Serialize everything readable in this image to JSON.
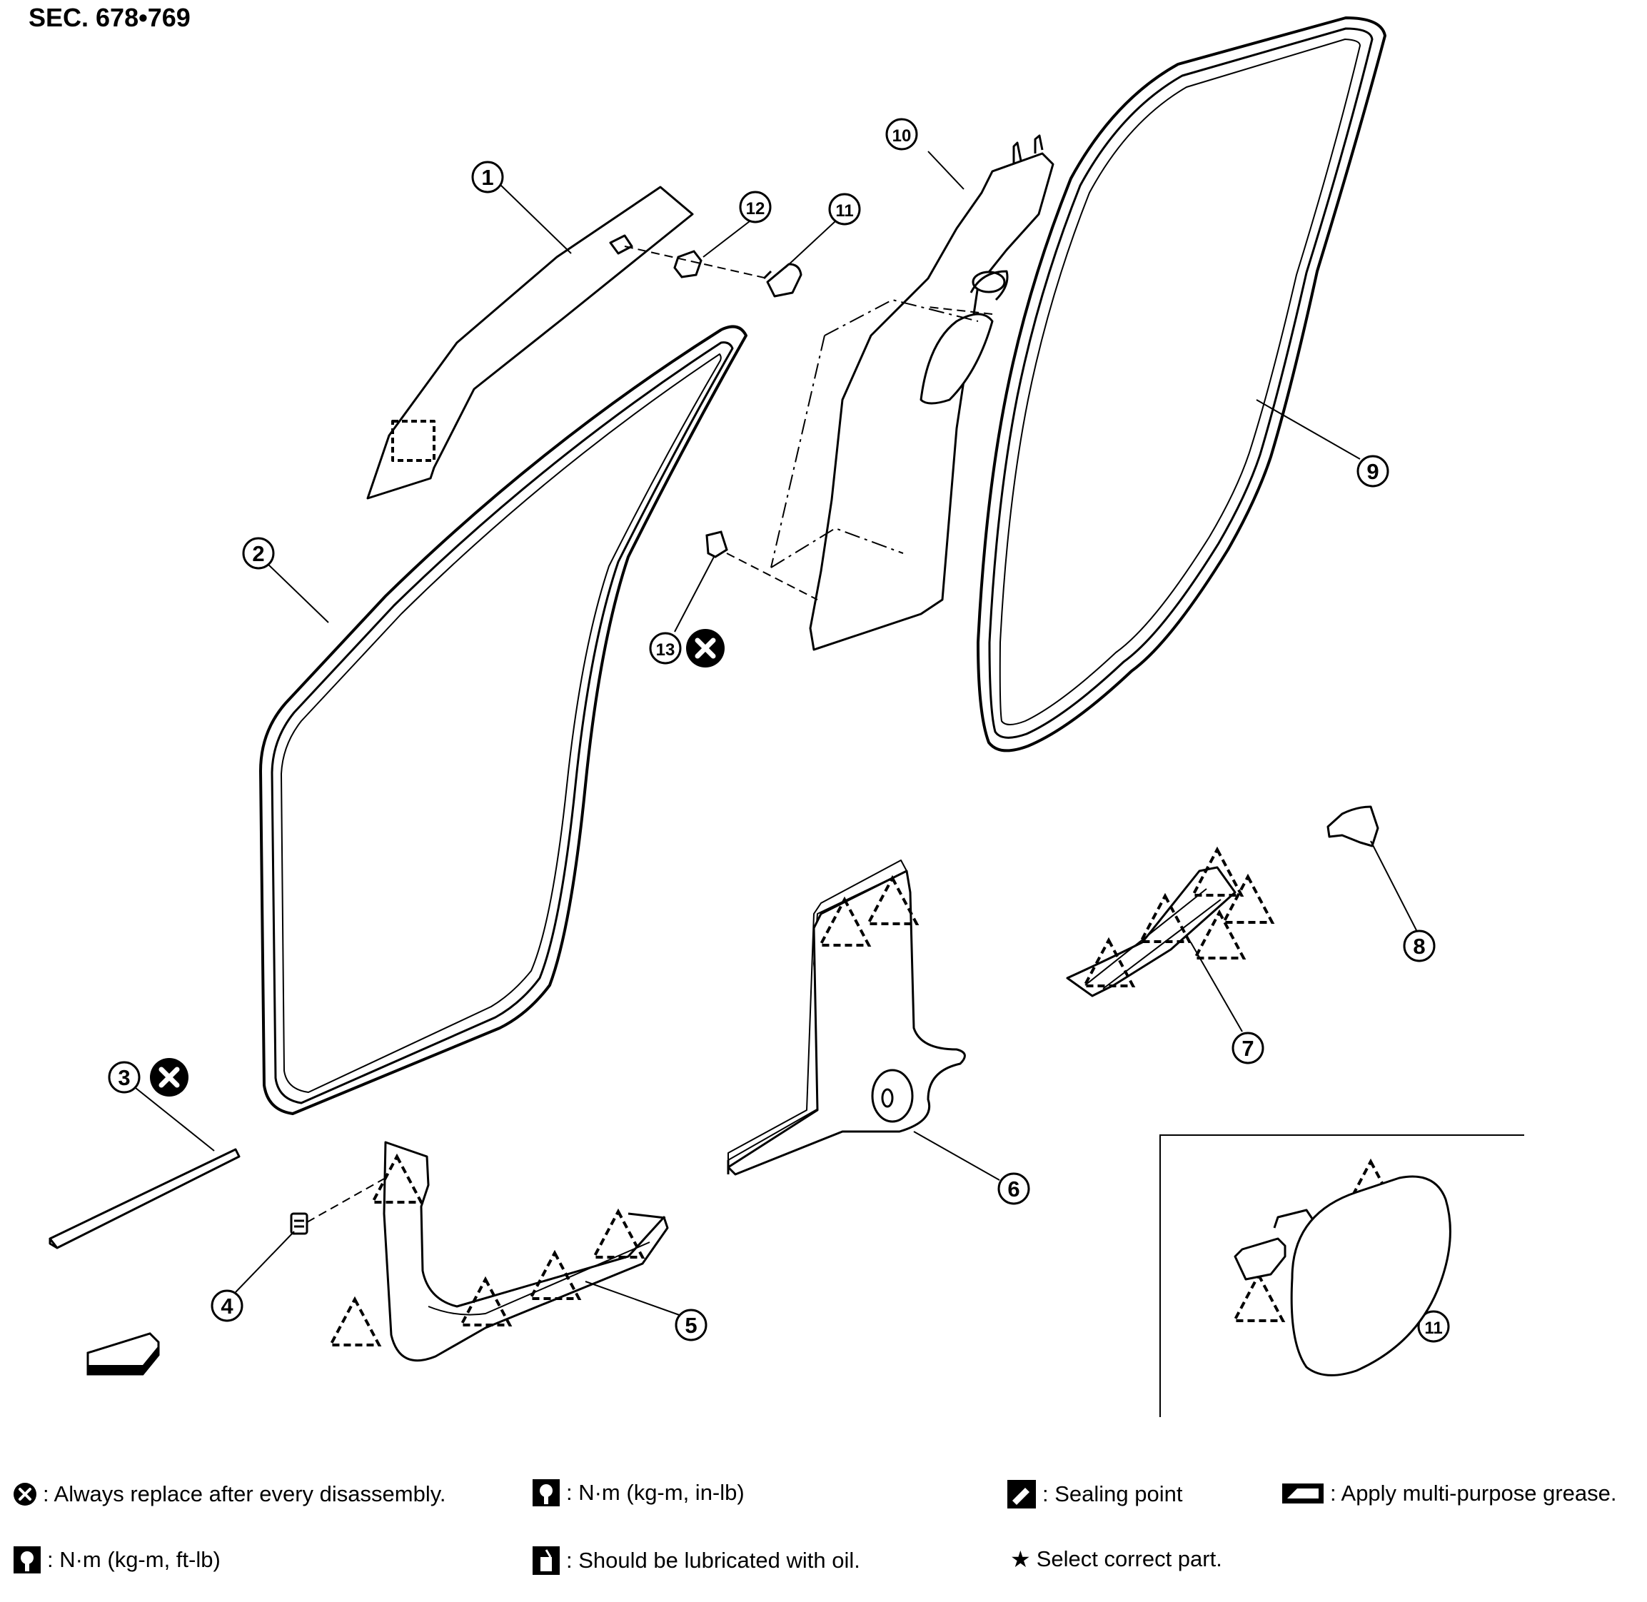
{
  "section_code": "SEC. 678•769",
  "callouts": [
    "1",
    "2",
    "3",
    "4",
    "5",
    "6",
    "7",
    "8",
    "9",
    "10",
    "11",
    "12",
    "13",
    "11"
  ],
  "legend": {
    "replace": ": Always replace after every disassembly.",
    "torque_in_lb": ": N·m (kg-m, in-lb)",
    "sealing": ": Sealing point",
    "grease": ": Apply multi-purpose grease.",
    "torque_ft_lb": ": N·m (kg-m, ft-lb)",
    "oil": ": Should be lubricated with oil.",
    "select": "Select correct part."
  },
  "icons": {
    "replace": "x-circle-icon",
    "torque": "wrench-icon",
    "sealing": "sealant-icon",
    "grease": "grease-icon",
    "oil": "oil-can-icon",
    "select": "star-icon",
    "front": "front-arrow-icon"
  }
}
